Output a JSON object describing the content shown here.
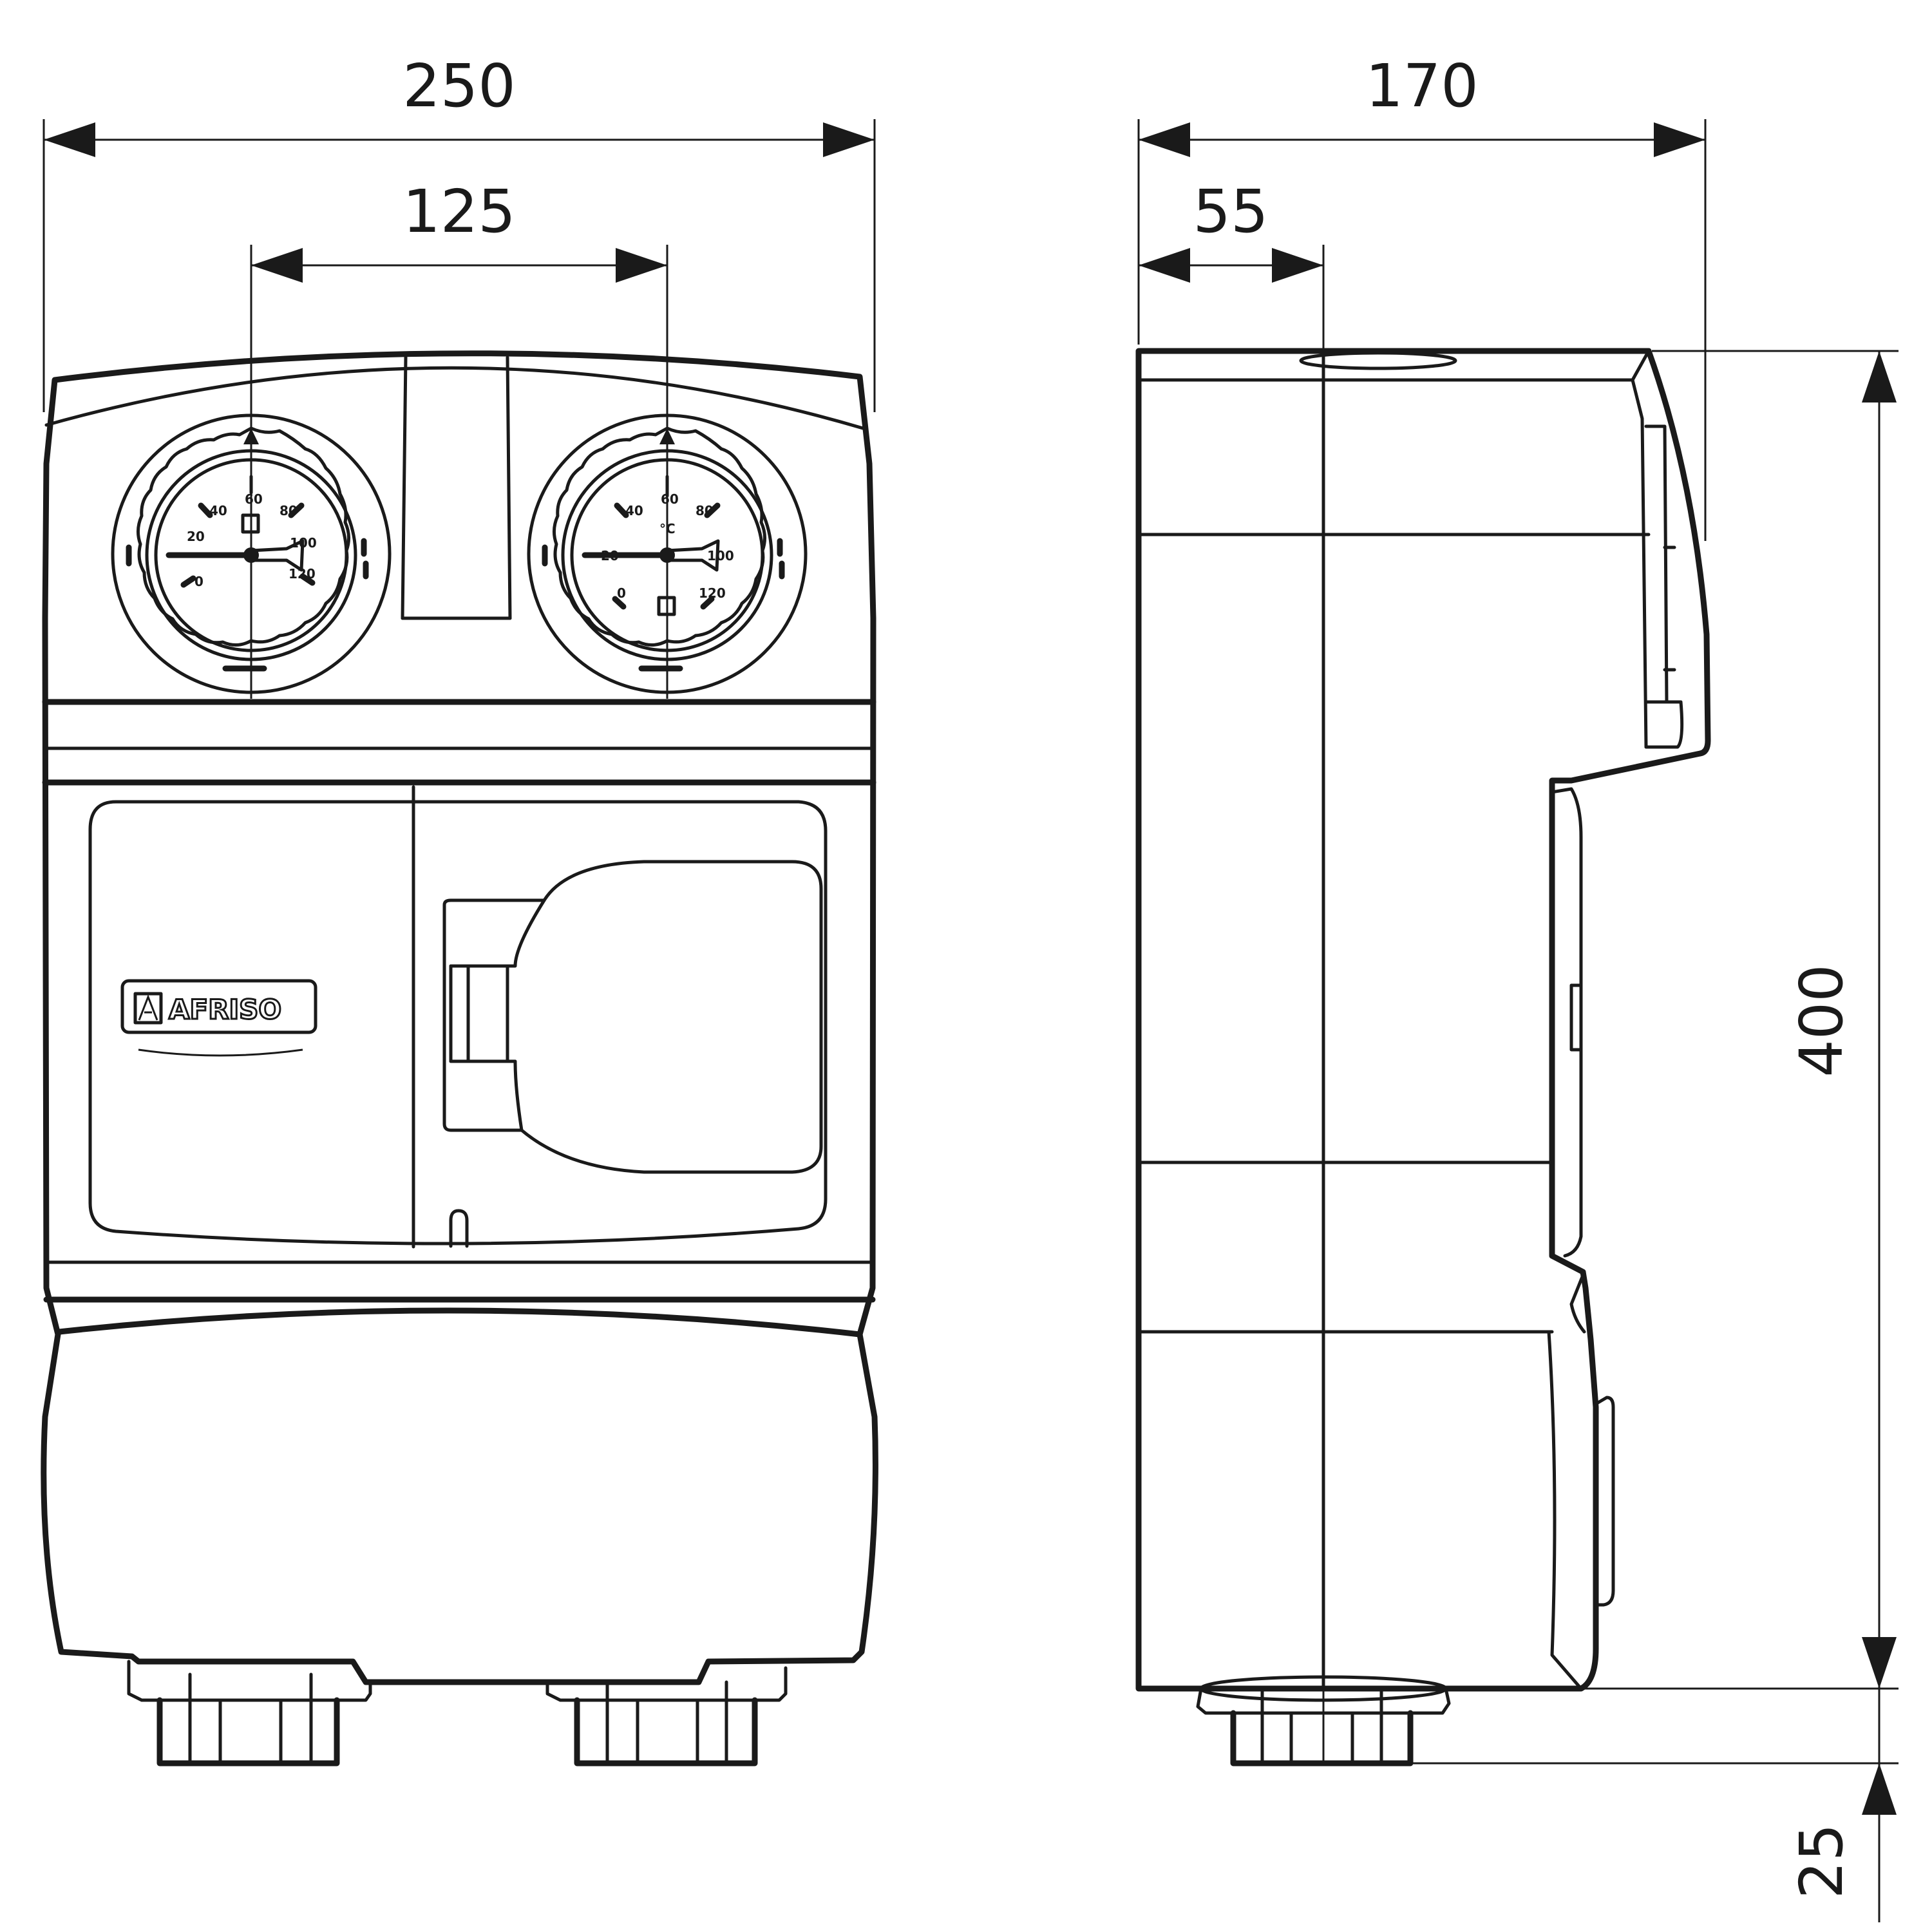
{
  "dimensions": {
    "front_width": "250",
    "dial_spacing": "125",
    "side_depth": "170",
    "side_offset": "55",
    "height": "400",
    "connection_length": "25"
  },
  "logo": {
    "brand": "AFRISO"
  },
  "dials": {
    "left": [
      "40",
      "60",
      "80",
      "20",
      "100",
      "0",
      "120"
    ],
    "right": [
      "40",
      "60",
      "80",
      "20",
      "100",
      "0",
      "120",
      "°C"
    ]
  }
}
